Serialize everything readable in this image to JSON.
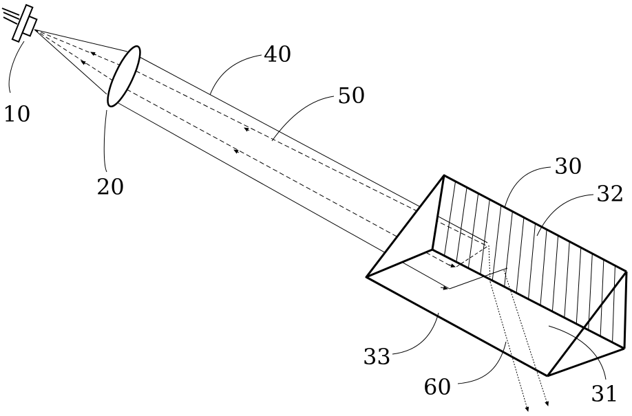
{
  "labels": {
    "source": "10",
    "lens": "20",
    "prism": "30",
    "face_bottom": "31",
    "face_hatched": "32",
    "face_front": "33",
    "beam_out": "40",
    "beam_return": "50",
    "beam_exit": "60"
  }
}
